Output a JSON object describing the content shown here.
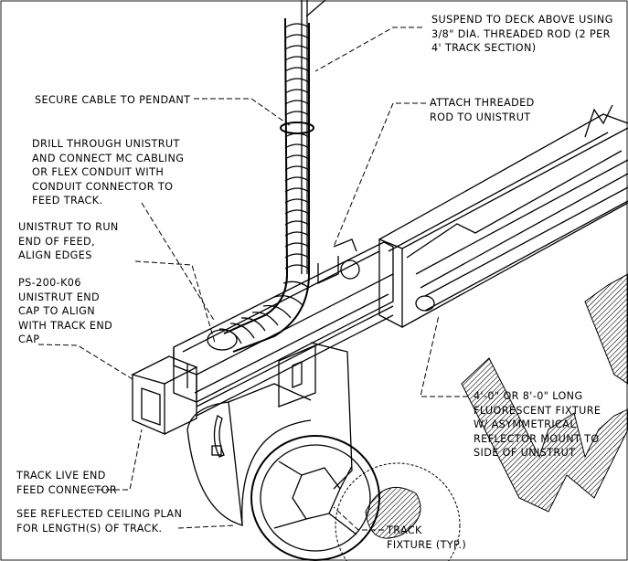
{
  "notes": {
    "suspend": "SUSPEND TO DECK ABOVE USING\n3/8\" DIA. THREADED ROD (2 PER\n4' TRACK SECTION)",
    "secure_cable": "SECURE CABLE TO PENDANT",
    "attach_rod": "ATTACH THREADED\nROD TO UNISTRUT",
    "drill": "DRILL THROUGH UNISTRUT\nAND CONNECT MC CABLING\nOR FLEX CONDUIT WITH\nCONDUIT CONNECTOR TO\nFEED TRACK.",
    "unistrut_run": "UNISTRUT TO RUN\nEND OF FEED,\nALIGN EDGES",
    "end_cap": "PS-200-K06\nUNISTRUT END\nCAP TO ALIGN\nWITH TRACK END\nCAP",
    "fluorescent": "4'-0\" OR 8'-0\" LONG\nFLUORESCENT FIXTURE\nW/ ASYMMETRICAL\nREFLECTOR MOUNT TO\nSIDE OF UNISTRUT",
    "live_end": "TRACK LIVE END\nFEED CONNECTOR",
    "reflected": "SEE REFLECTED CEILING PLAN\nFOR LENGTH(S) OF TRACK.",
    "track_fixture": "TRACK\nFIXTURE (TYP.)"
  },
  "colors": {
    "line": "#000000",
    "background": "#ffffff"
  }
}
